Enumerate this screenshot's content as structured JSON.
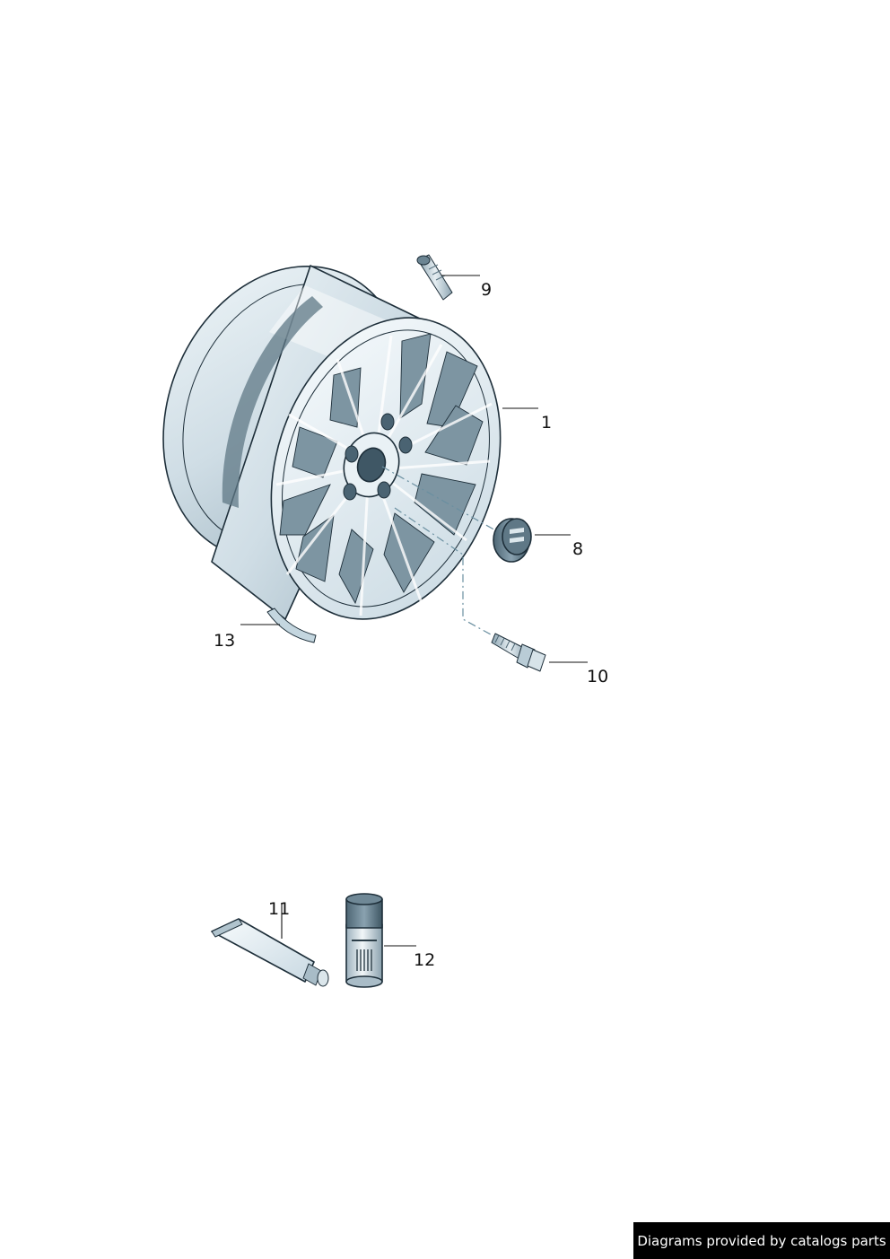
{
  "callouts": {
    "part_1": "1",
    "part_8": "8",
    "part_9": "9",
    "part_10": "10",
    "part_11": "11",
    "part_12": "12",
    "part_13": "13"
  },
  "footer": {
    "credit": "Diagrams provided by catalogs parts"
  },
  "colors": {
    "outline": "#1e2f3a",
    "rim_light": "#e4eef3",
    "rim_mid": "#c4d6df",
    "rim_dark": "#7f98a6",
    "credit_bg": "#000000"
  }
}
